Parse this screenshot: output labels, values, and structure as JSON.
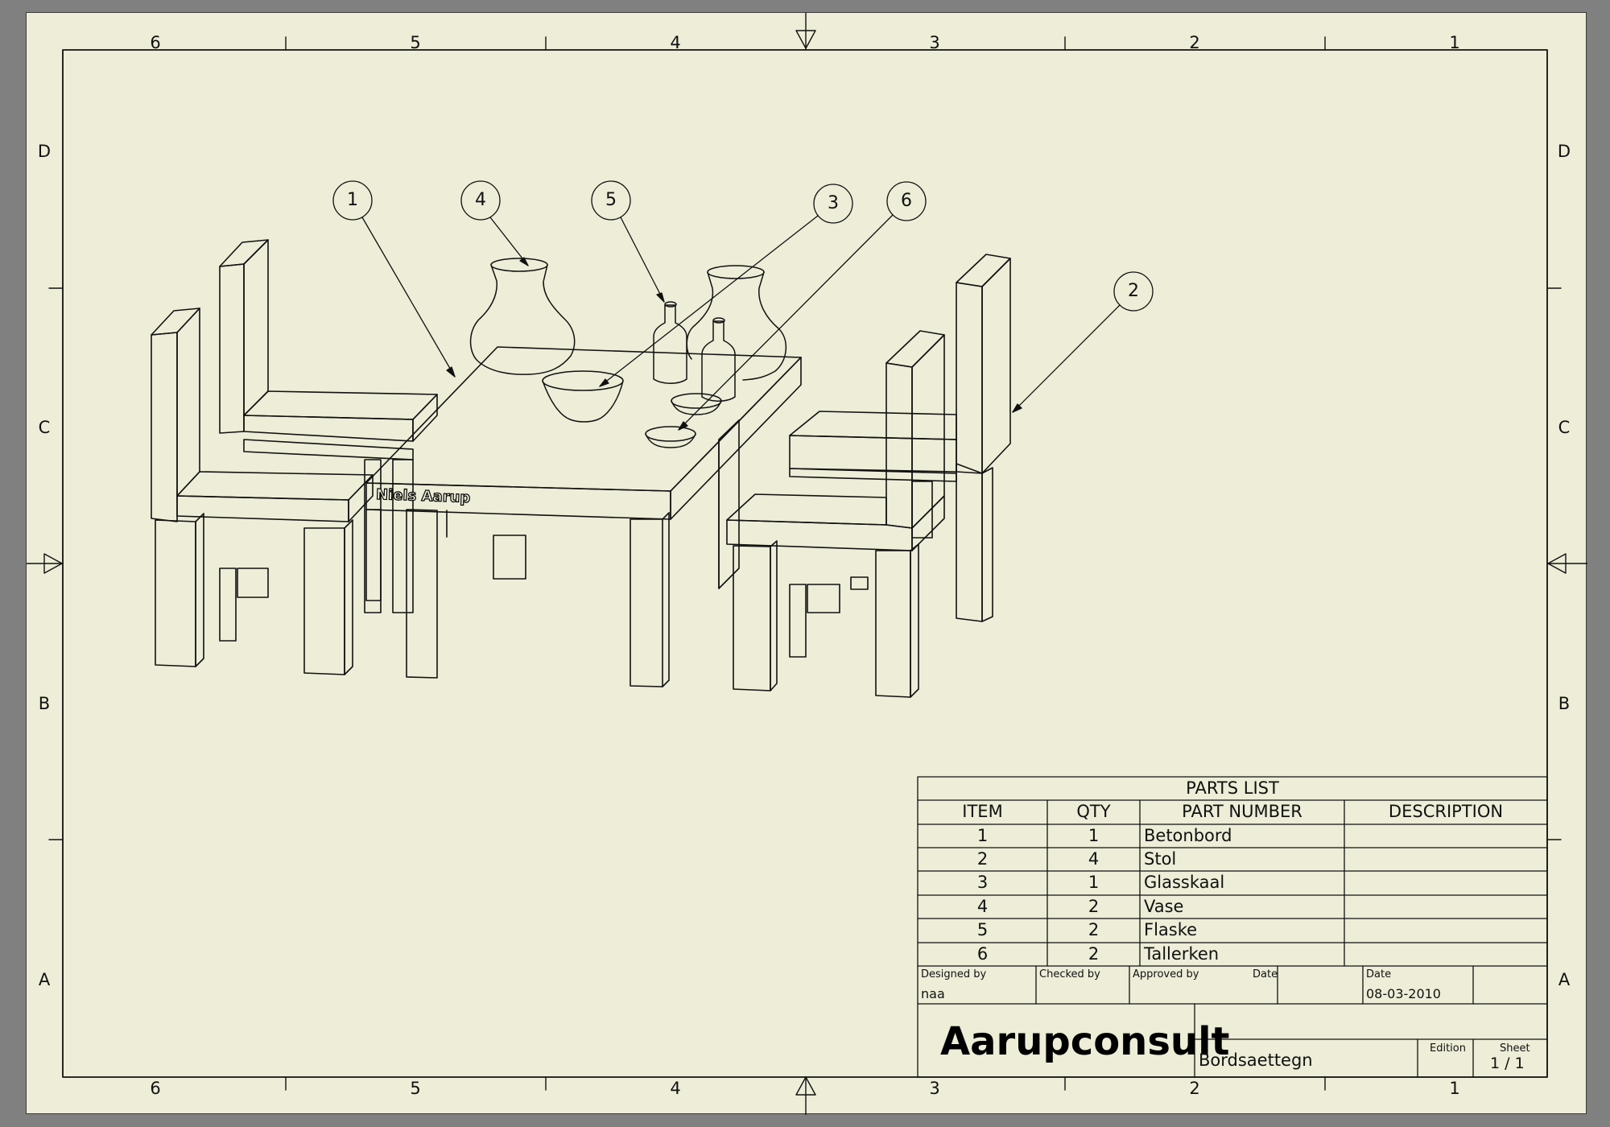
{
  "zones": {
    "columns": [
      "6",
      "5",
      "4",
      "3",
      "2",
      "1"
    ],
    "rows": [
      "D",
      "C",
      "B",
      "A"
    ]
  },
  "balloons": [
    "1",
    "4",
    "5",
    "3",
    "6",
    "2"
  ],
  "engraving": "Niels Aarup",
  "parts_list": {
    "title": "PARTS LIST",
    "headers": [
      "ITEM",
      "QTY",
      "PART NUMBER",
      "DESCRIPTION"
    ],
    "rows": [
      {
        "item": "1",
        "qty": "1",
        "part": "Betonbord",
        "desc": ""
      },
      {
        "item": "2",
        "qty": "4",
        "part": "Stol",
        "desc": ""
      },
      {
        "item": "3",
        "qty": "1",
        "part": "Glasskaal",
        "desc": ""
      },
      {
        "item": "4",
        "qty": "2",
        "part": "Vase",
        "desc": ""
      },
      {
        "item": "5",
        "qty": "2",
        "part": "Flaske",
        "desc": ""
      },
      {
        "item": "6",
        "qty": "2",
        "part": "Tallerken",
        "desc": ""
      }
    ]
  },
  "title_block": {
    "designed_by_label": "Designed by",
    "designed_by": "naa",
    "checked_by_label": "Checked by",
    "approved_by_label": "Approved by",
    "date_label": "Date",
    "date2_label": "Date",
    "date": "08-03-2010",
    "company": "Aarupconsult",
    "drawing_title": "Bordsaettegn",
    "edition_label": "Edition",
    "sheet_label": "Sheet",
    "sheet": "1 / 1"
  }
}
